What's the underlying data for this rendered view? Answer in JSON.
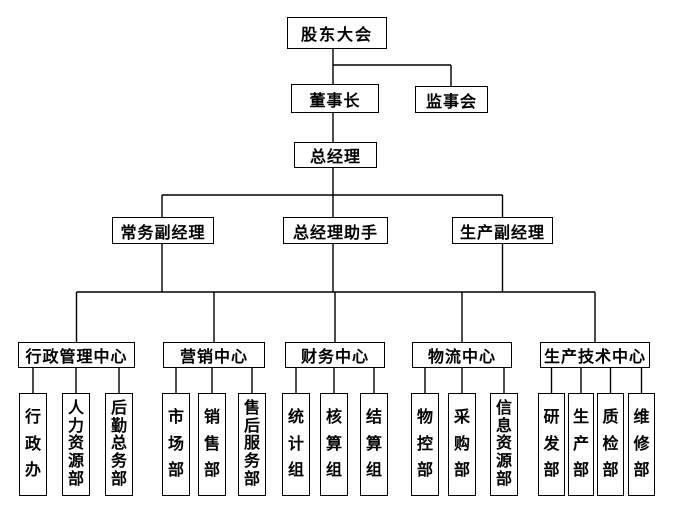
{
  "colors": {
    "line": "#000000",
    "box_border": "#000000",
    "box_bg": "#ffffff",
    "text": "#000000"
  },
  "org": {
    "shareholders": "股东大会",
    "chairman": "董事长",
    "supervisory_board": "监事会",
    "general_manager": "总经理",
    "deputies": [
      "常务副经理",
      "总经理助手",
      "生产副经理"
    ],
    "centers": [
      {
        "name": "行政管理中心",
        "children": [
          "行政办",
          "人力资源部",
          "后勤总务部"
        ]
      },
      {
        "name": "营销中心",
        "children": [
          "市场部",
          "销售部",
          "售后服务部"
        ]
      },
      {
        "name": "财务中心",
        "children": [
          "统计组",
          "核算组",
          "结算组"
        ]
      },
      {
        "name": "物流中心",
        "children": [
          "物控部",
          "采购部",
          "信息资源部"
        ]
      },
      {
        "name": "生产技术中心",
        "children": [
          "研发部",
          "生产部",
          "质检部",
          "维修部"
        ]
      }
    ]
  }
}
